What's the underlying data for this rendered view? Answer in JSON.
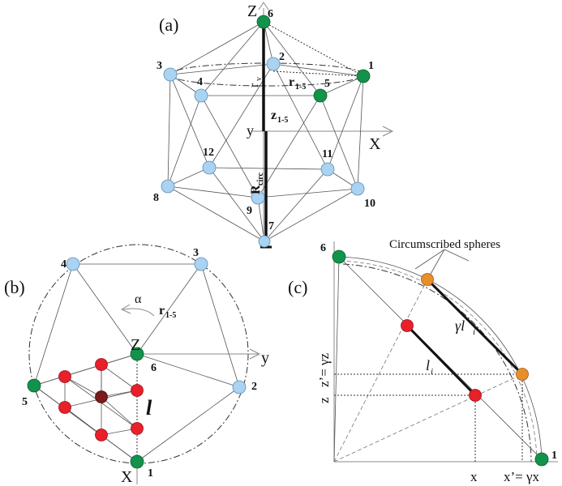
{
  "panel_a": {
    "panel_label": "(a)",
    "axis_z": "Z",
    "axis_x": "X",
    "axis_y": "y",
    "label_rv": "r",
    "label_rv_sub": "v",
    "label_r15": "r",
    "label_r15_sub": "1-5",
    "label_z15": "z",
    "label_z15_sub": "1-5",
    "label_rcirc": "R",
    "label_rcirc_sub": "circ",
    "vertex_numbers": [
      "6",
      "2",
      "1",
      "3",
      "4",
      "5",
      "12",
      "11",
      "8",
      "10",
      "9",
      "7"
    ]
  },
  "panel_b": {
    "panel_label": "(b)",
    "angle": "α",
    "label_r15": "r",
    "label_r15_sub": "1-5",
    "axis_z": "Z",
    "axis_y": "y",
    "axis_x": "X",
    "bond_label": "l",
    "vertex_numbers": [
      "4",
      "3",
      "6",
      "5",
      "2",
      "1"
    ]
  },
  "panel_c": {
    "panel_label": "(c)",
    "title": "Circumscribed spheres",
    "label_gamma_li": "γl",
    "label_gamma_li_sub": "i",
    "label_li": "l",
    "label_li_sub": "i",
    "axis_z": "z",
    "axis_zprime": "z’= γz",
    "axis_x": "x",
    "axis_xprime": "x’= γx",
    "vertex_numbers": [
      "6",
      "1"
    ]
  },
  "colors": {
    "blue_atom": "#a9d3f1",
    "green_atom": "#13924b",
    "red_atom": "#e8202a",
    "dark_red_atom": "#7a1a1a",
    "orange_atom": "#e98f2a"
  }
}
